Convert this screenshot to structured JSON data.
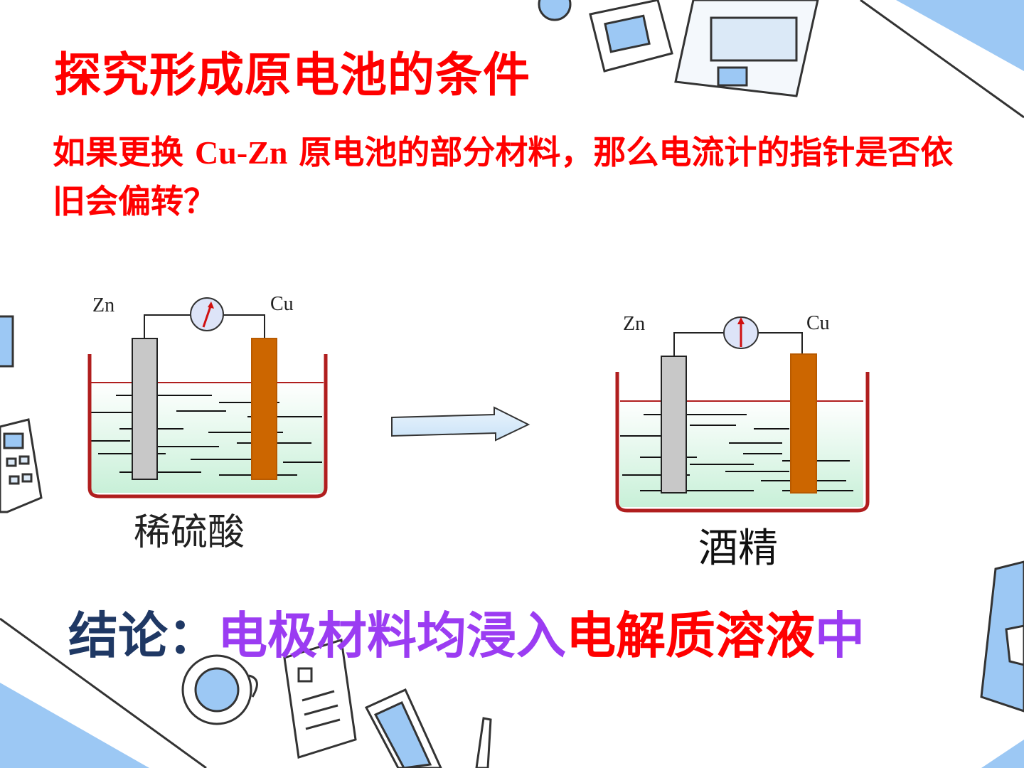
{
  "slide": {
    "title": "探究形成原电池的条件",
    "question": {
      "part1": "如果更换 ",
      "formula": "Cu-Zn",
      "part2": " 原电池的部分材料，那么电流计的指针是否依旧会偏转？"
    }
  },
  "diagrams": {
    "left": {
      "anode": "Zn",
      "cathode": "Cu",
      "electrolyte": "稀硫酸"
    },
    "right": {
      "anode": "Zn",
      "cathode": "Cu",
      "electrolyte": "酒精"
    }
  },
  "conclusion": {
    "label": "结论：",
    "part1": "电极材料均浸入",
    "part2": "电解质溶液",
    "part3": "中"
  },
  "colors": {
    "title": "#ff0000",
    "conclusion_label": "#1f3864",
    "purple": "#9b3cf2",
    "red": "#ff0000",
    "zinc": "#c8c8c8",
    "copper": "#cc6600",
    "beaker": "#b01e1e",
    "deco_blue": "#9cc8f4"
  },
  "icons": [
    "laptop-icon",
    "tablet-icon",
    "coffee-cup-icon",
    "notes-icon",
    "phone-icon",
    "calculator-icon",
    "stamp-icon",
    "book-icon",
    "pen-icon"
  ]
}
